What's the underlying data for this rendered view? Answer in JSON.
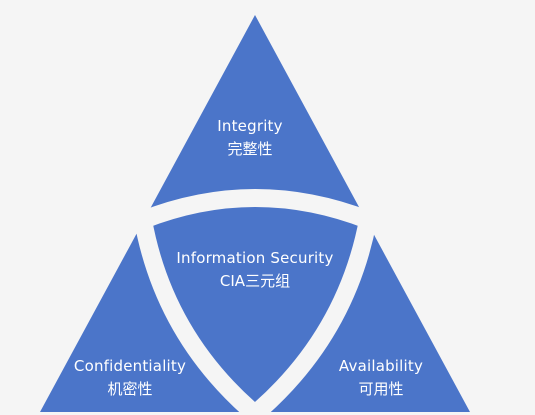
{
  "colors": {
    "background": "#f5f5f5",
    "triangle_blue": "#4b75c9",
    "gap_white": "#f5f5f5",
    "text": "#ffffff"
  },
  "top": {
    "en": "Integrity",
    "cn": "完整性"
  },
  "center": {
    "en": "Information Security",
    "cn": "CIA三元组"
  },
  "left": {
    "en": "Confidentiality",
    "cn": "机密性"
  },
  "right": {
    "en": "Availability",
    "cn": "可用性"
  }
}
